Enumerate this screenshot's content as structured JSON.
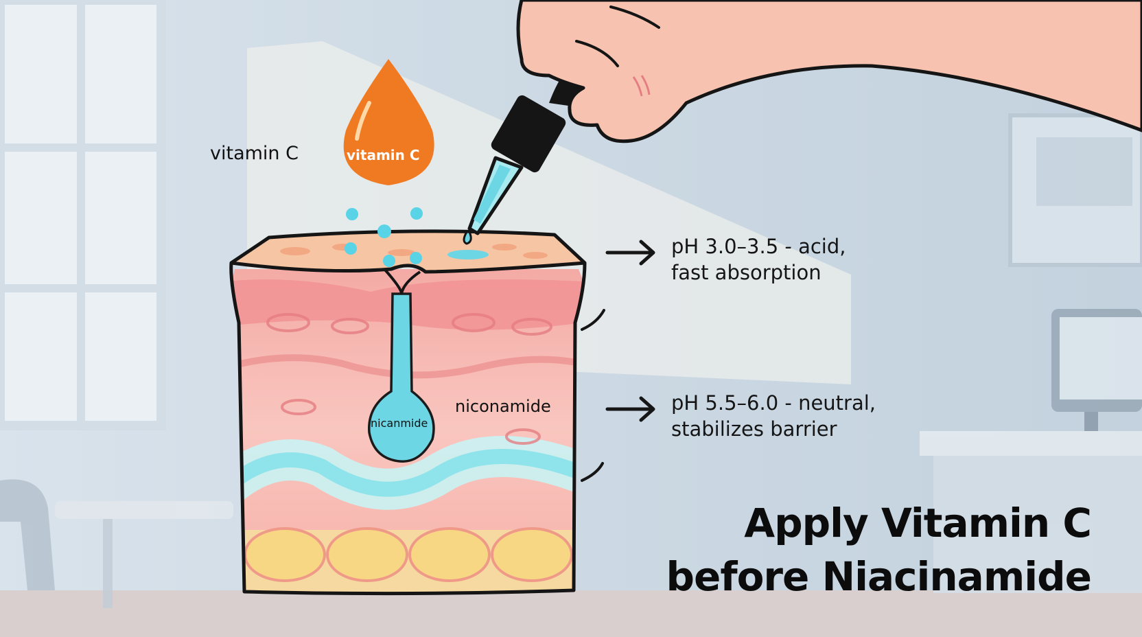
{
  "labels": {
    "vitamin_c_outside": "vitamin C",
    "vitamin_c_drop": "vitamin C",
    "niconamide": "niconamide",
    "nicanamide_drop": "nicanmide"
  },
  "annotations": [
    {
      "line1": "pH 3.0–3.5 - acid,",
      "line2": "fast absorption"
    },
    {
      "line1": "pH 5.5–6.0 - neutral,",
      "line2": "stabilizes barrier"
    }
  ],
  "headline": {
    "line1": "Apply Vitamin C",
    "line2": "before Niacinamide"
  },
  "colors": {
    "vitamin_c_drop": "#f07a22",
    "serum": "#6dd6e4",
    "skin_top": "#f6c5a3",
    "skin_dermis": "#f6b4b0",
    "fat_cells": "#f8d784",
    "background_wall": "#c7d6e2"
  }
}
